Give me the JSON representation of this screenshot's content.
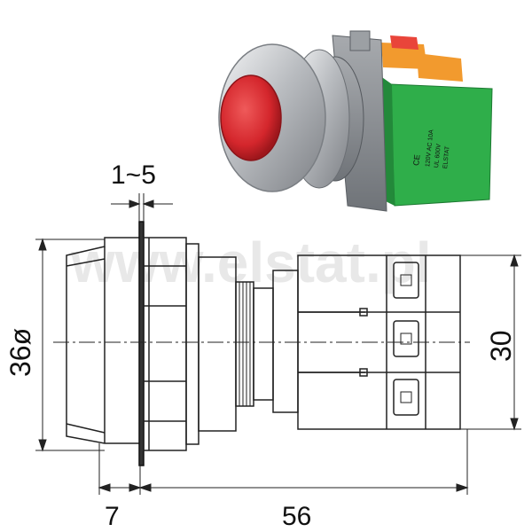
{
  "watermark": "www.elstat.pl",
  "dimensions": {
    "panel_thickness": "1~5",
    "diameter": "36ø",
    "height": "30",
    "front_depth": "7",
    "body_depth": "56"
  },
  "photo_labels": {
    "cert": "CE",
    "line1": "120V AC 10A",
    "line2": "UL 600V",
    "brand": "ELSTAT"
  },
  "colors": {
    "button_red": "#d4262c",
    "block_green": "#2fae4a",
    "housing_grey": "#8e9196",
    "terminal_orange": "#f29a2e",
    "drawing_line": "#222222"
  }
}
